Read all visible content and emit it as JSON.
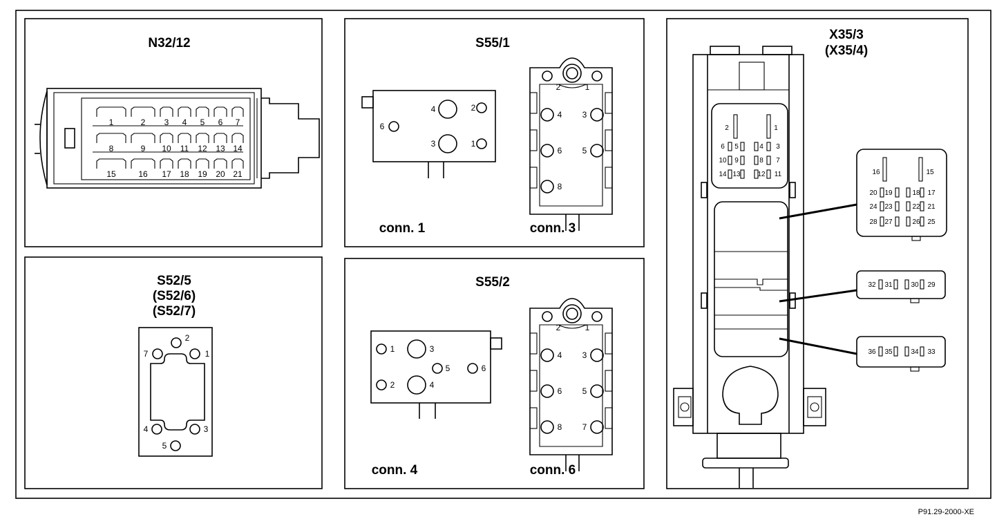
{
  "colors": {
    "line": "#000000",
    "background": "#ffffff"
  },
  "figure_code": "P91.29-2000-XE",
  "panels": {
    "n32": {
      "title": "N32/12",
      "pins": [
        "1",
        "2",
        "3",
        "4",
        "5",
        "6",
        "7",
        "8",
        "9",
        "10",
        "11",
        "12",
        "13",
        "14",
        "15",
        "16",
        "17",
        "18",
        "19",
        "20",
        "21"
      ]
    },
    "s52": {
      "title_lines": [
        "S52/5",
        "(S52/6)",
        "(S52/7)"
      ],
      "pins": [
        "1",
        "2",
        "3",
        "4",
        "5",
        "7"
      ]
    },
    "s551": {
      "title": "S55/1",
      "conn1": {
        "label": "conn. 1",
        "pins": [
          "1",
          "2",
          "3",
          "4",
          "6"
        ]
      },
      "conn3": {
        "label": "conn. 3",
        "pins": [
          "1",
          "2",
          "3",
          "4",
          "5",
          "6",
          "8"
        ]
      }
    },
    "s552": {
      "title": "S55/2",
      "conn4": {
        "label": "conn. 4",
        "pins": [
          "1",
          "2",
          "3",
          "4",
          "5",
          "6"
        ]
      },
      "conn6": {
        "label": "conn. 6",
        "pins": [
          "1",
          "2",
          "3",
          "4",
          "5",
          "6",
          "7",
          "8"
        ]
      }
    },
    "x35": {
      "title_lines": [
        "X35/3",
        "(X35/4)"
      ],
      "main_pins": [
        "1",
        "2",
        "3",
        "4",
        "5",
        "6",
        "7",
        "8",
        "9",
        "10",
        "11",
        "12",
        "13",
        "14"
      ],
      "detail1_pins": [
        "15",
        "16",
        "17",
        "18",
        "19",
        "20",
        "21",
        "22",
        "23",
        "24",
        "25",
        "26",
        "27",
        "28"
      ],
      "detail2_pins": [
        "29",
        "30",
        "31",
        "32"
      ],
      "detail3_pins": [
        "33",
        "34",
        "35",
        "36"
      ]
    }
  }
}
